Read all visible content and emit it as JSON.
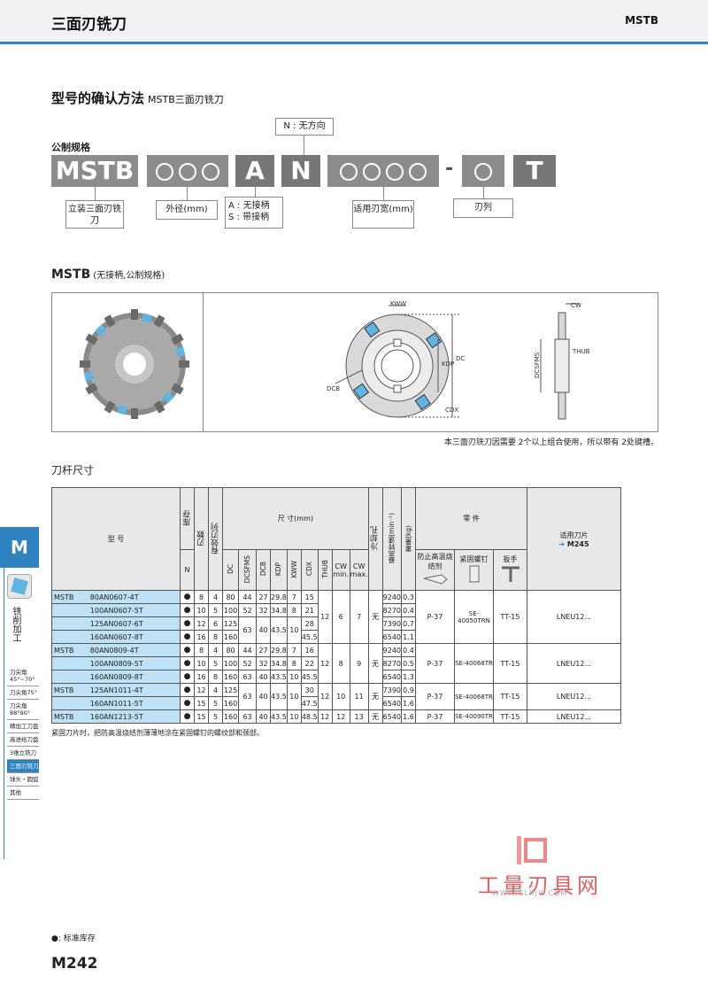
{
  "header": {
    "title": "三面刃铣刀",
    "code": "MSTB"
  },
  "section": {
    "title": "型号的确认方法",
    "subtitle": "MSTB三面刃铣刀"
  },
  "code_builder": {
    "label": "公制规格",
    "n_note": "N : 无方向",
    "boxes": {
      "mstb": "MSTB",
      "a": "A",
      "n": "N",
      "t": "T",
      "dash": "-"
    },
    "annotations": {
      "type": "立装三面刃铣刀",
      "dia": "外径(mm)",
      "shank": [
        "A : 无接柄",
        "S : 带接柄"
      ],
      "width": "适用刃宽(mm)",
      "row": "刃列"
    }
  },
  "mstb_title": {
    "name": "MSTB",
    "sub": "(无接柄,公制规格)"
  },
  "diagram_labels": {
    "kww": "KWW",
    "kdp": "KDP",
    "dc": "DC",
    "dcb": "DCB",
    "cdx": "CDX",
    "dcsfms": "DCSFMS",
    "cw": "CW",
    "thub": "THUB"
  },
  "note_right": "本三面刃铣刀因需要 2个以上组合使用，所以带有 2处键槽。",
  "table_title": "刀杆尺寸",
  "table": {
    "headers": {
      "model": "型  号",
      "stock": "库存",
      "n": "N",
      "teeth": "刃数",
      "eff": "有效刃列",
      "dims": "尺  寸(mm)",
      "cols": [
        "DC",
        "DCSFMS",
        "DCB",
        "KDP",
        "KWW",
        "CDX",
        "THUB"
      ],
      "cw": "CW",
      "cw_min": "min.",
      "cw_max": "max.",
      "coolant": "冷却孔",
      "rpm": "最高转速(min⁻¹)",
      "weight": "重量(kg)",
      "parts": "零  件",
      "p1": "防止高温烧结剂",
      "p2": "紧固螺钉",
      "p3": "扳手",
      "insert": "适用刀片",
      "insert_ref": "M245"
    },
    "groups": [
      {
        "name": "MSTB",
        "rows": [
          {
            "model": "80AN0607-4T",
            "stock": "●",
            "n": "8",
            "eff": "4",
            "dc": "80",
            "dcsfms": "44",
            "dcb": "27",
            "kdp": "29.8",
            "kww": "7",
            "cdx": "15",
            "rpm": "9240",
            "wt": "0.3"
          },
          {
            "model": "100AN0607-5T",
            "stock": "●",
            "n": "10",
            "eff": "5",
            "dc": "100",
            "dcsfms": "52",
            "dcb": "32",
            "kdp": "34.8",
            "kww": "8",
            "cdx": "21",
            "rpm": "8270",
            "wt": "0.4"
          },
          {
            "model": "125AN0607-6T",
            "stock": "●",
            "n": "12",
            "eff": "6",
            "dc": "125",
            "cdx": "28",
            "rpm": "7390",
            "wt": "0.7"
          },
          {
            "model": "160AN0607-8T",
            "stock": "●",
            "n": "16",
            "eff": "8",
            "dc": "160",
            "cdx": "45.5",
            "rpm": "6540",
            "wt": "1.1"
          }
        ],
        "shared": {
          "dcsfms": "63",
          "dcb": "40",
          "kdp": "43.5",
          "kww": "10",
          "thub": "12",
          "cwmin": "6",
          "cwmax": "7",
          "coolant": "无",
          "p1": "P-37",
          "p2": "SE-40050TRN",
          "p3": "TT-15",
          "insert": "LNEU12..."
        }
      },
      {
        "name": "MSTB",
        "rows": [
          {
            "model": "80AN0809-4T",
            "stock": "●",
            "n": "8",
            "eff": "4",
            "dc": "80",
            "dcsfms": "44",
            "dcb": "27",
            "kdp": "29.8",
            "kww": "7",
            "cdx": "16",
            "rpm": "9240",
            "wt": "0.4"
          },
          {
            "model": "100AN0809-5T",
            "stock": "●",
            "n": "10",
            "eff": "5",
            "dc": "100",
            "dcsfms": "52",
            "dcb": "32",
            "kdp": "34.8",
            "kww": "8",
            "cdx": "22",
            "rpm": "8270",
            "wt": "0.5"
          },
          {
            "model": "160AN0809-8T",
            "stock": "●",
            "n": "16",
            "eff": "8",
            "dc": "160",
            "dcsfms": "63",
            "dcb": "40",
            "kdp": "43.5",
            "kww": "10",
            "cdx": "45.5",
            "rpm": "6540",
            "wt": "1.3"
          }
        ],
        "shared": {
          "thub": "12",
          "cwmin": "8",
          "cwmax": "9",
          "coolant": "无",
          "p1": "P-37",
          "p2": "SE-40068TR",
          "p3": "TT-15",
          "insert": "LNEU12..."
        }
      },
      {
        "name": "MSTB",
        "rows": [
          {
            "model": "125AN1011-4T",
            "stock": "●",
            "n": "12",
            "eff": "4",
            "dc": "125",
            "cdx": "30",
            "rpm": "7390",
            "wt": "0.9"
          },
          {
            "model": "160AN1011-5T",
            "stock": "●",
            "n": "15",
            "eff": "5",
            "dc": "160",
            "cdx": "47.5",
            "rpm": "6540",
            "wt": "1.6"
          }
        ],
        "shared": {
          "dcsfms": "63",
          "dcb": "40",
          "kdp": "43.5",
          "kww": "10",
          "thub": "12",
          "cwmin": "10",
          "cwmax": "11",
          "coolant": "无",
          "p1": "P-37",
          "p2": "SE-40068TR",
          "p3": "TT-15",
          "insert": "LNEU12..."
        }
      },
      {
        "name": "MSTB",
        "rows": [
          {
            "model": "160AN1213-5T",
            "stock": "●",
            "n": "15",
            "eff": "5",
            "dc": "160",
            "dcsfms": "63",
            "dcb": "40",
            "kdp": "43.5",
            "kww": "10",
            "cdx": "48.5",
            "thub": "12",
            "cwmin": "12",
            "cwmax": "13",
            "coolant": "无",
            "rpm": "6540",
            "wt": "1.6",
            "p1": "P-37",
            "p2": "SE-40090TR",
            "p3": "TT-15",
            "insert": "LNEU12..."
          }
        ]
      }
    ]
  },
  "footnote": "紧固刀片时，把防高温烧结剂薄薄地涂在紧固螺钉的螺纹部和颈部。",
  "sidebar": {
    "tab": "M",
    "vertical": "铣削加工",
    "nav": [
      "刀尖角45°~70°",
      "刀尖角75°",
      "刀尖角88°90°",
      "精加工刀盘",
      "高进给刀盘",
      "3维立铣刀",
      "三面刃铣刀",
      "球头・圆弧",
      "其他"
    ],
    "active_index": 6
  },
  "watermark": {
    "text": "工量刃具网",
    "url": "WWW.GLRJW.COM"
  },
  "legend": "●: 标准库存",
  "page_number": "M242",
  "colors": {
    "accent": "#2f83c0",
    "highlight": "#bfe1f6"
  }
}
